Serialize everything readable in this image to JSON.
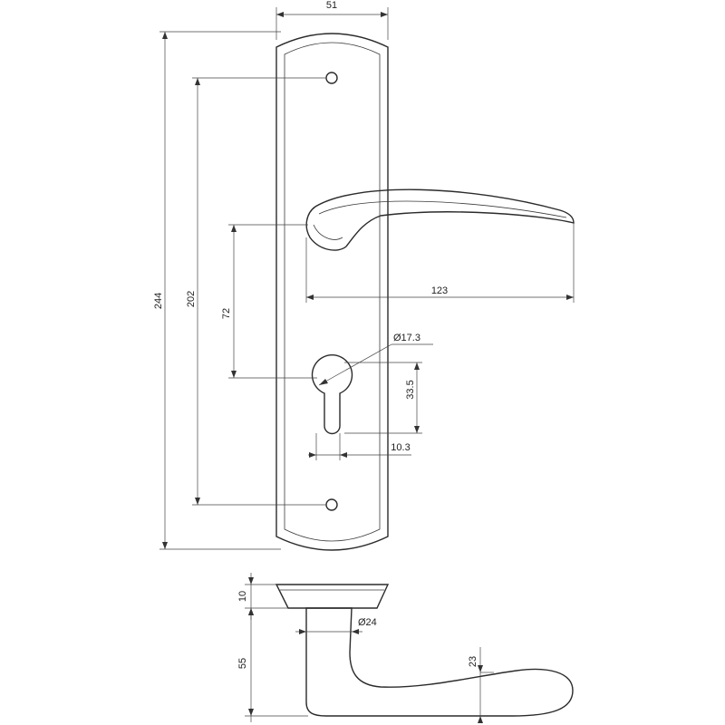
{
  "dimensions": {
    "plate_width": "51",
    "plate_height": "244",
    "hole_spacing": "202",
    "handle_to_key": "72",
    "handle_length": "123",
    "cylinder_diameter": "Ø17.3",
    "key_height": "33.5",
    "key_offset": "10.3",
    "rose_thickness": "10",
    "shaft_diameter": "Ø24",
    "lever_projection": "55",
    "lever_tip": "23"
  }
}
